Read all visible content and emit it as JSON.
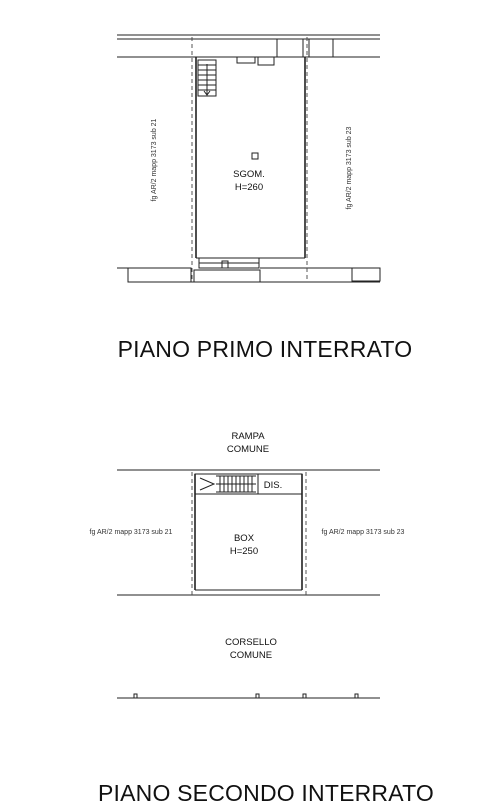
{
  "floor1": {
    "title": "PIANO PRIMO INTERRATO",
    "room_name": "SGOM.",
    "room_height": "H=260",
    "left_label": "fg AR/2 mapp 3173 sub 21",
    "right_label": "fg AR/2 mapp 3173 sub 23"
  },
  "floor2": {
    "title": "PIANO SECONDO INTERRATO",
    "top_label_1": "RAMPA",
    "top_label_2": "COMUNE",
    "dis_label": "DIS.",
    "room_name": "BOX",
    "room_height": "H=250",
    "left_label": "fg AR/2 mapp 3173 sub 21",
    "right_label": "fg AR/2 mapp 3173 sub 23",
    "bottom_label_1": "CORSELLO",
    "bottom_label_2": "COMUNE"
  }
}
